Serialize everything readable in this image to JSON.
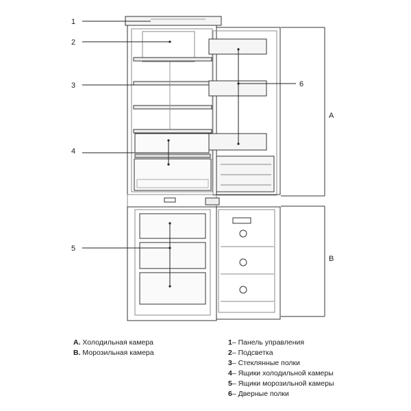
{
  "callouts": {
    "c1": "1",
    "c2": "2",
    "c3": "3",
    "c4": "4",
    "c5": "5",
    "c6": "6",
    "dimA": "A",
    "dimB": "B"
  },
  "legend_compartments": [
    {
      "key": "A.",
      "text": "Холодильная камера"
    },
    {
      "key": "B.",
      "text": "Морозильная камера"
    }
  ],
  "legend_parts": [
    {
      "key": "1",
      "text": "– Панель управления"
    },
    {
      "key": "2",
      "text": "– Подсветка"
    },
    {
      "key": "3",
      "text": "– Стеклянные полки"
    },
    {
      "key": "4",
      "text": "– Ящики холодильной камеры"
    },
    {
      "key": "5",
      "text": "– Ящики морозильной камеры"
    },
    {
      "key": "6",
      "text": "– Дверные полки"
    }
  ]
}
